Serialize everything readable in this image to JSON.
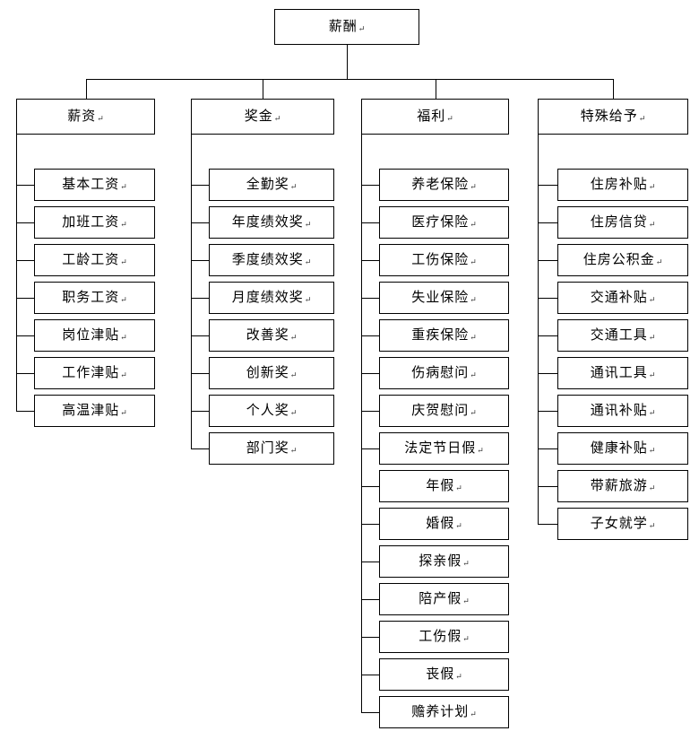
{
  "chart": {
    "root": "薪酬",
    "branches": [
      {
        "label": "薪资",
        "children": [
          "基本工资",
          "加班工资",
          "工龄工资",
          "职务工资",
          "岗位津贴",
          "工作津贴",
          "高温津贴"
        ]
      },
      {
        "label": "奖金",
        "children": [
          "全勤奖",
          "年度绩效奖",
          "季度绩效奖",
          "月度绩效奖",
          "改善奖",
          "创新奖",
          "个人奖",
          "部门奖"
        ]
      },
      {
        "label": "福利",
        "children": [
          "养老保险",
          "医疗保险",
          "工伤保险",
          "失业保险",
          "重疾保险",
          "伤病慰问",
          "庆贺慰问",
          "法定节日假",
          "年假",
          "婚假",
          "探亲假",
          "陪产假",
          "工伤假",
          "丧假",
          "赡养计划"
        ]
      },
      {
        "label": "特殊给予",
        "children": [
          "住房补贴",
          "住房信贷",
          "住房公积金",
          "交通补贴",
          "交通工具",
          "通讯工具",
          "通讯补贴",
          "健康补贴",
          "带薪旅游",
          "子女就学"
        ]
      }
    ]
  },
  "marks": {
    "paragraph": "↵"
  },
  "colors": {
    "line": "#000000",
    "box_border": "#000000",
    "box_fill": "#ffffff"
  }
}
